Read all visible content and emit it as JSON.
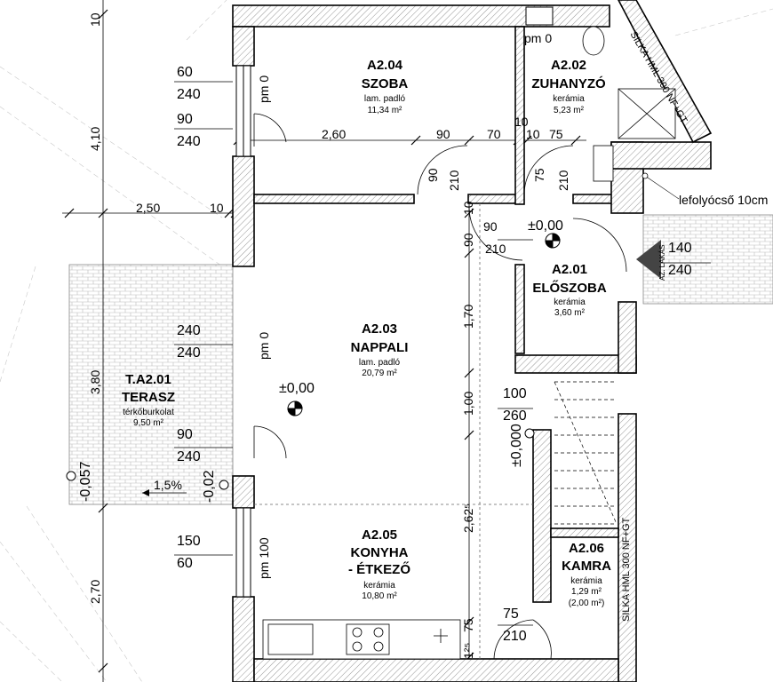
{
  "rooms": {
    "szoba": {
      "code": "A2.04",
      "name": "SZOBA",
      "floor": "lam. padló",
      "area": "11,34 m²"
    },
    "zuhanyzo": {
      "code": "A2.02",
      "name": "ZUHANYZÓ",
      "floor": "kerámia",
      "area": "5,23 m²"
    },
    "eloszoba": {
      "code": "A2.01",
      "name": "ELŐSZOBA",
      "floor": "kerámia",
      "area": "3,60 m²"
    },
    "nappali": {
      "code": "A2.03",
      "name": "NAPPALI",
      "floor": "lam. padló",
      "area": "20,79 m²"
    },
    "terasz": {
      "code": "T.A2.01",
      "name": "TERASZ",
      "floor": "térkőburkolat",
      "area": "9,50 m²"
    },
    "konyha": {
      "code": "A2.05",
      "name1": "KONYHA",
      "name2": "- ÉTKEZŐ",
      "floor": "kerámia",
      "area": "10,80 m²"
    },
    "kamra": {
      "code": "A2.06",
      "name": "KAMRA",
      "floor": "kerámia",
      "area": "1,29 m²",
      "area2": "(2,00 m²)"
    }
  },
  "dims": {
    "d60": "60",
    "d240a": "240",
    "d90a": "90",
    "d240b": "240",
    "d240c": "240",
    "d240d": "240",
    "d90b": "90",
    "d240e": "240",
    "d150": "150",
    "d60b": "60",
    "d260": "2,60",
    "d90c": "90",
    "d70": "70",
    "d10a": "10",
    "d10b": "10",
    "d75a": "75",
    "d250": "2,50",
    "d10c": "10",
    "d90door": "90",
    "d210a": "210",
    "d75door": "75",
    "d210b": "210",
    "d10d": "10",
    "d90e": "90",
    "d90f": "90",
    "d210c": "210",
    "d140": "140",
    "d240f": "240",
    "d100": "100",
    "d260b": "260",
    "d75b": "75",
    "d210d": "210",
    "v410": "4,10",
    "v380": "3,80",
    "v270": "2,70",
    "v10": "10",
    "v170": "1,70",
    "v100": "1,00",
    "v262": "2,62⁵",
    "v75": "75",
    "v125": "1²⁵"
  },
  "levels": {
    "pm0a": "pm 0",
    "pm0b": "pm 0",
    "pm0c": "pm 0",
    "pm100": "pm 100",
    "lvl0a": "±0,00",
    "lvl0b": "±0,00",
    "lvl0c": "±0,000",
    "m057": "-0,057",
    "m002": "-0,02",
    "slope": "1,5%"
  },
  "notes": {
    "lefolyo": "lefolyócső 10cm",
    "silka1": "SILKA HML 300 NF+GT",
    "silka2": "SILKA HML 300 NF+GT",
    "lakas": "AZ. LAKÁS"
  }
}
